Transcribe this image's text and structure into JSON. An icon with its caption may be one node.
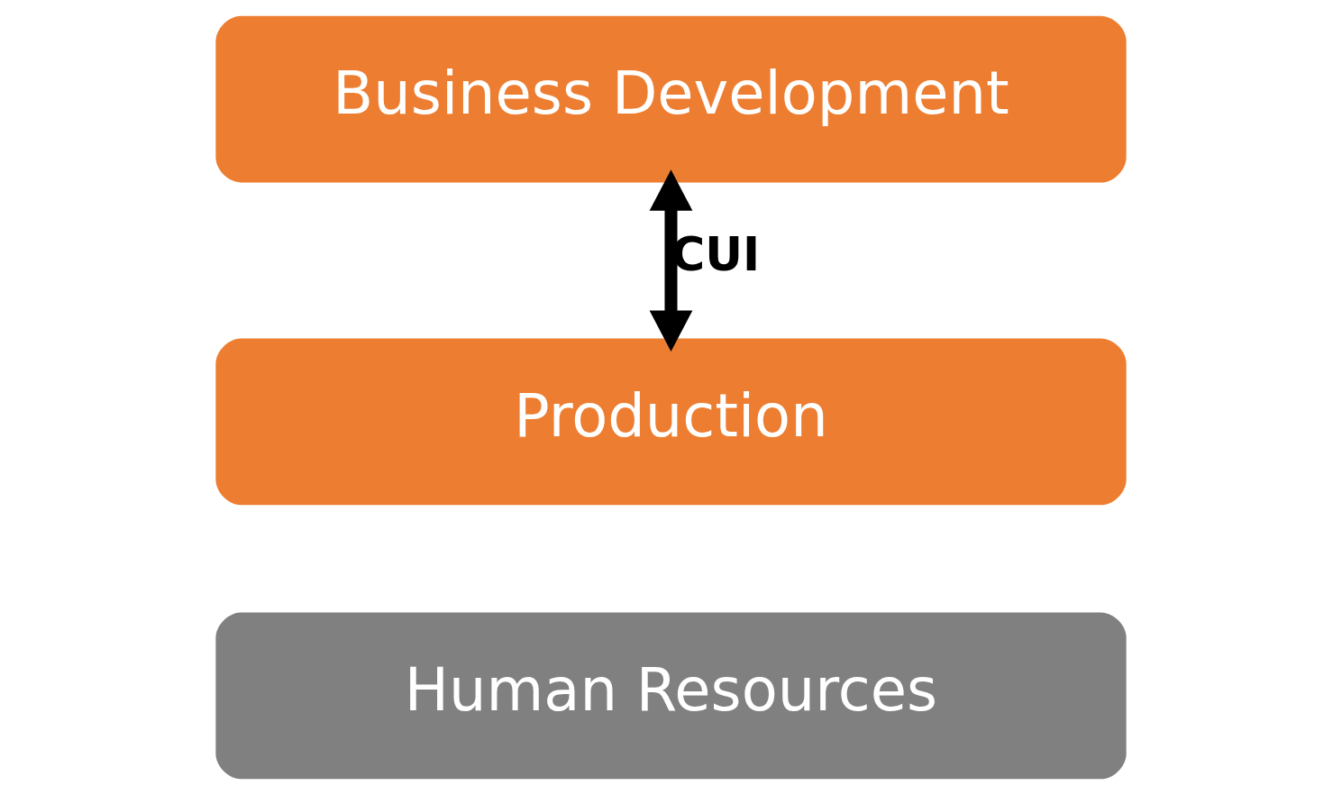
{
  "diagram": {
    "nodes": [
      {
        "text": [
          "Business Development"
        ]
      },
      {
        "text": [
          "Production"
        ]
      },
      {
        "text": [
          "Human Resources"
        ]
      }
    ],
    "edges": [
      {
        "from": 0,
        "to": 1,
        "arrow": "both",
        "label": "CUI"
      }
    ]
  }
}
